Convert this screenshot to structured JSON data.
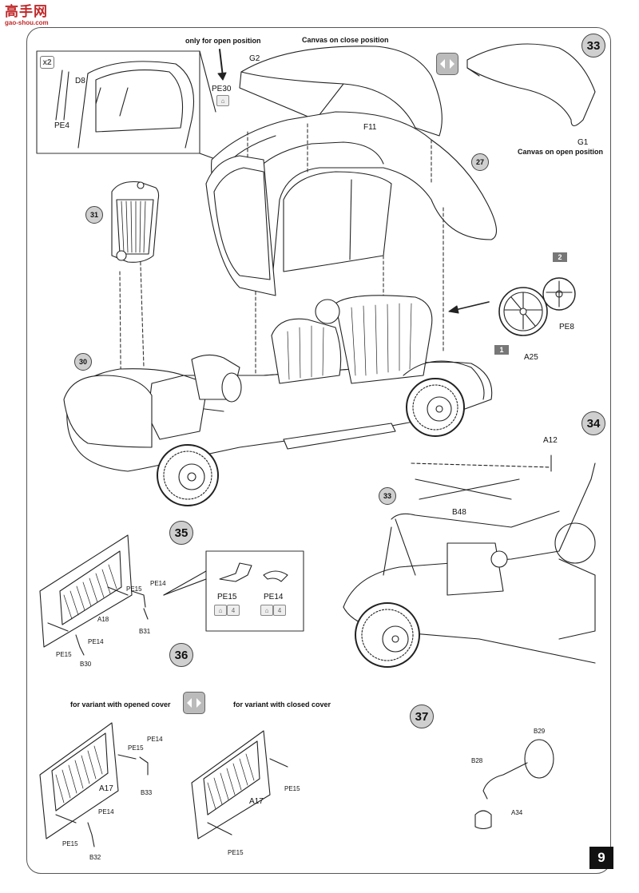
{
  "watermark": {
    "main": "高手网",
    "sub": "gao-shou.com"
  },
  "page_number": "9",
  "steps": {
    "s33": "33",
    "s34": "34",
    "s35": "35",
    "s36": "36",
    "s37": "37"
  },
  "refs": {
    "r27": "27",
    "r31": "31",
    "r30": "30",
    "r33": "33"
  },
  "notes": {
    "only_open": "only for open position",
    "canvas_close": "Canvas on close position",
    "canvas_open": "Canvas on open position",
    "variant_opened": "for variant with opened cover",
    "variant_closed": "for variant with closed cover"
  },
  "step33_labels": {
    "G2": "G2",
    "PE30": "PE30",
    "F11": "F11",
    "G1": "G1",
    "D8": "D8",
    "PE4": "PE4",
    "x2": "x2",
    "PE8": "PE8",
    "A25": "A25",
    "tag1": "1",
    "tag2": "2"
  },
  "step34_labels": {
    "A12": "A12",
    "B48": "B48"
  },
  "step35_labels": {
    "PE15a": "PE15",
    "PE14a": "PE14",
    "A18": "A18",
    "B31": "B31",
    "PE14b": "PE14",
    "PE15b": "PE15",
    "B30": "B30",
    "inset_PE15": "PE15",
    "inset_PE14": "PE14",
    "x4a": "4",
    "x4b": "4"
  },
  "step36_labels": {
    "PE15a": "PE15",
    "PE14a": "PE14",
    "A17a": "A17",
    "B33": "B33",
    "PE14b": "PE14",
    "PE15b": "PE15",
    "B32": "B32",
    "A17b": "A17",
    "PE15c": "PE15",
    "PE15d": "PE15"
  },
  "step37_labels": {
    "B29": "B29",
    "B28": "B28",
    "A34": "A34"
  },
  "colors": {
    "line": "#222222",
    "fill_gray": "#cfcfcf",
    "tag_gray": "#777777",
    "watermark": "#c0292a"
  }
}
